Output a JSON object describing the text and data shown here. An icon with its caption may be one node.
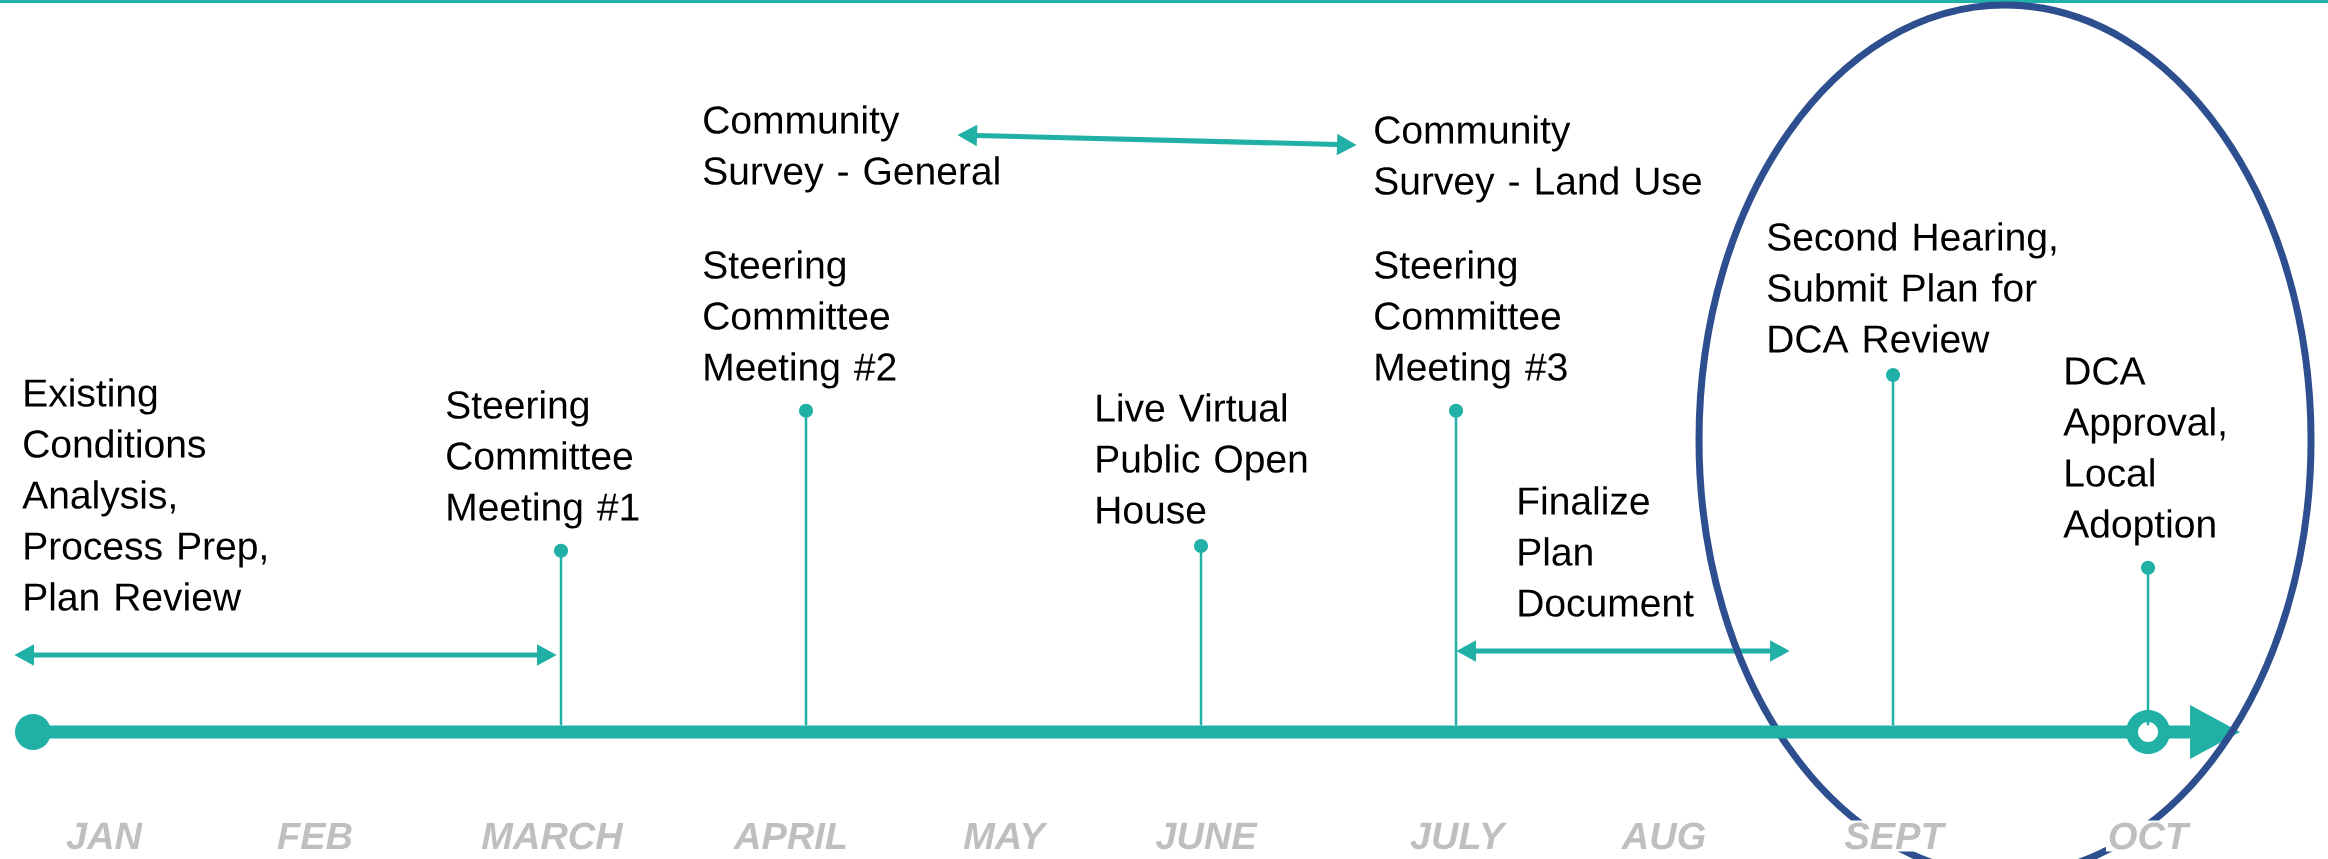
{
  "diagram": {
    "nodes": [
      {
        "text": [
          "Existing Conditions Analysis, Process Prep, Plan Review"
        ]
      },
      {
        "text": [
          "Steering Committee Meeting #1"
        ]
      },
      {
        "text": [
          "Community Survey - General"
        ]
      },
      {
        "text": [
          "Steering Committee Meeting #2"
        ]
      },
      {
        "text": [
          "Live Virtual Public Open House"
        ]
      },
      {
        "text": [
          "Community Survey - Land Use"
        ]
      },
      {
        "text": [
          "Steering Committee Meeting #3"
        ]
      },
      {
        "text": [
          "Finalize Plan Document"
        ]
      },
      {
        "text": [],
        "shape": "ellipse"
      },
      {
        "text": [
          "Second Hearing, Submit Plan for DCA Review"
        ],
        "in": 8
      },
      {
        "text": [
          "DCA Approval, Local Adoption"
        ],
        "in": 8
      },
      {
        "text": [],
        "shape": "bar"
      }
    ],
    "edges": [
      {
        "from": 2,
        "to": 5,
        "arrow": "both"
      },
      {
        "from": 1,
        "to": 11,
        "arrow": "other"
      },
      {
        "from": 3,
        "to": 11,
        "arrow": "other"
      },
      {
        "from": 4,
        "to": 11,
        "arrow": "other"
      },
      {
        "from": 6,
        "to": 11,
        "arrow": "other"
      },
      {
        "from": 9,
        "to": 11,
        "arrow": "other"
      },
      {
        "from": 10,
        "to": 11,
        "arrow": "other"
      }
    ],
    "labels": [
      "JAN",
      "FEB",
      "MARCH",
      "APRIL",
      "MAY",
      "JUNE",
      "JULY",
      "AUG",
      "SEPT",
      "OCT"
    ]
  }
}
